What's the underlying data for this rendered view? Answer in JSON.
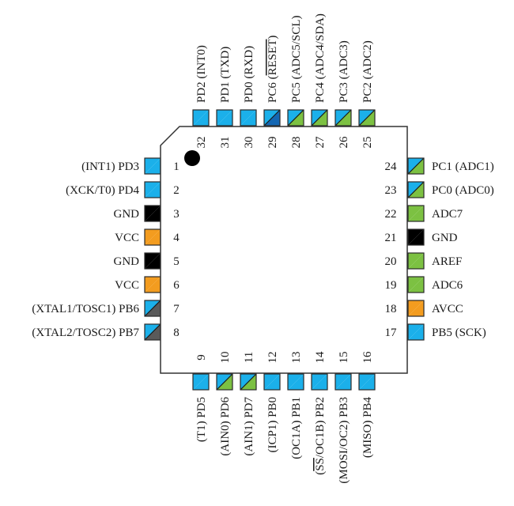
{
  "colors": {
    "port": "#1bb0ea",
    "analog": "#7cc142",
    "ground": "#000000",
    "power": "#f39c1f",
    "reset": "#1467b3",
    "crystal": "#5a5a5a",
    "outline": "#333333"
  },
  "chip": {
    "orientation_mark": "pin-1-dot"
  },
  "pins": {
    "left": [
      {
        "num": "1",
        "label": "(INT1) PD3",
        "type": "port"
      },
      {
        "num": "2",
        "label": "(XCK/T0) PD4",
        "type": "port"
      },
      {
        "num": "3",
        "label": "GND",
        "type": "ground"
      },
      {
        "num": "4",
        "label": "VCC",
        "type": "power"
      },
      {
        "num": "5",
        "label": "GND",
        "type": "ground"
      },
      {
        "num": "6",
        "label": "VCC",
        "type": "power"
      },
      {
        "num": "7",
        "label": "(XTAL1/TOSC1) PB6",
        "type": "port-crystal"
      },
      {
        "num": "8",
        "label": "(XTAL2/TOSC2) PB7",
        "type": "port-crystal"
      }
    ],
    "bottom": [
      {
        "num": "9",
        "label": "(T1) PD5",
        "type": "port"
      },
      {
        "num": "10",
        "label": "(AIN0) PD6",
        "type": "port-analog"
      },
      {
        "num": "11",
        "label": "(AIN1) PD7",
        "type": "port-analog"
      },
      {
        "num": "12",
        "label": "(ICP1) PB0",
        "type": "port"
      },
      {
        "num": "13",
        "label": "(OC1A) PB1",
        "type": "port"
      },
      {
        "num": "14",
        "label": "(SS/OC1B) PB2",
        "type": "port",
        "overline": "SS"
      },
      {
        "num": "15",
        "label": "(MOSI/OC2) PB3",
        "type": "port"
      },
      {
        "num": "16",
        "label": "(MISO) PB4",
        "type": "port"
      }
    ],
    "right": [
      {
        "num": "17",
        "label": "PB5 (SCK)",
        "type": "port"
      },
      {
        "num": "18",
        "label": "AVCC",
        "type": "power"
      },
      {
        "num": "19",
        "label": "ADC6",
        "type": "analog"
      },
      {
        "num": "20",
        "label": "AREF",
        "type": "analog"
      },
      {
        "num": "21",
        "label": "GND",
        "type": "ground"
      },
      {
        "num": "22",
        "label": "ADC7",
        "type": "analog"
      },
      {
        "num": "23",
        "label": "PC0 (ADC0)",
        "type": "port-analog"
      },
      {
        "num": "24",
        "label": "PC1 (ADC1)",
        "type": "port-analog"
      }
    ],
    "top": [
      {
        "num": "25",
        "label": "PC2 (ADC2)",
        "type": "port-analog"
      },
      {
        "num": "26",
        "label": "PC3 (ADC3)",
        "type": "port-analog"
      },
      {
        "num": "27",
        "label": "PC4 (ADC4/SDA)",
        "type": "port-analog"
      },
      {
        "num": "28",
        "label": "PC5 (ADC5/SCL)",
        "type": "port-analog"
      },
      {
        "num": "29",
        "label": "PC6 (RESET)",
        "type": "port-reset",
        "overline": "RESET"
      },
      {
        "num": "30",
        "label": "PD0 (RXD)",
        "type": "port"
      },
      {
        "num": "31",
        "label": "PD1 (TXD)",
        "type": "port"
      },
      {
        "num": "32",
        "label": "PD2 (INT0)",
        "type": "port"
      }
    ]
  }
}
